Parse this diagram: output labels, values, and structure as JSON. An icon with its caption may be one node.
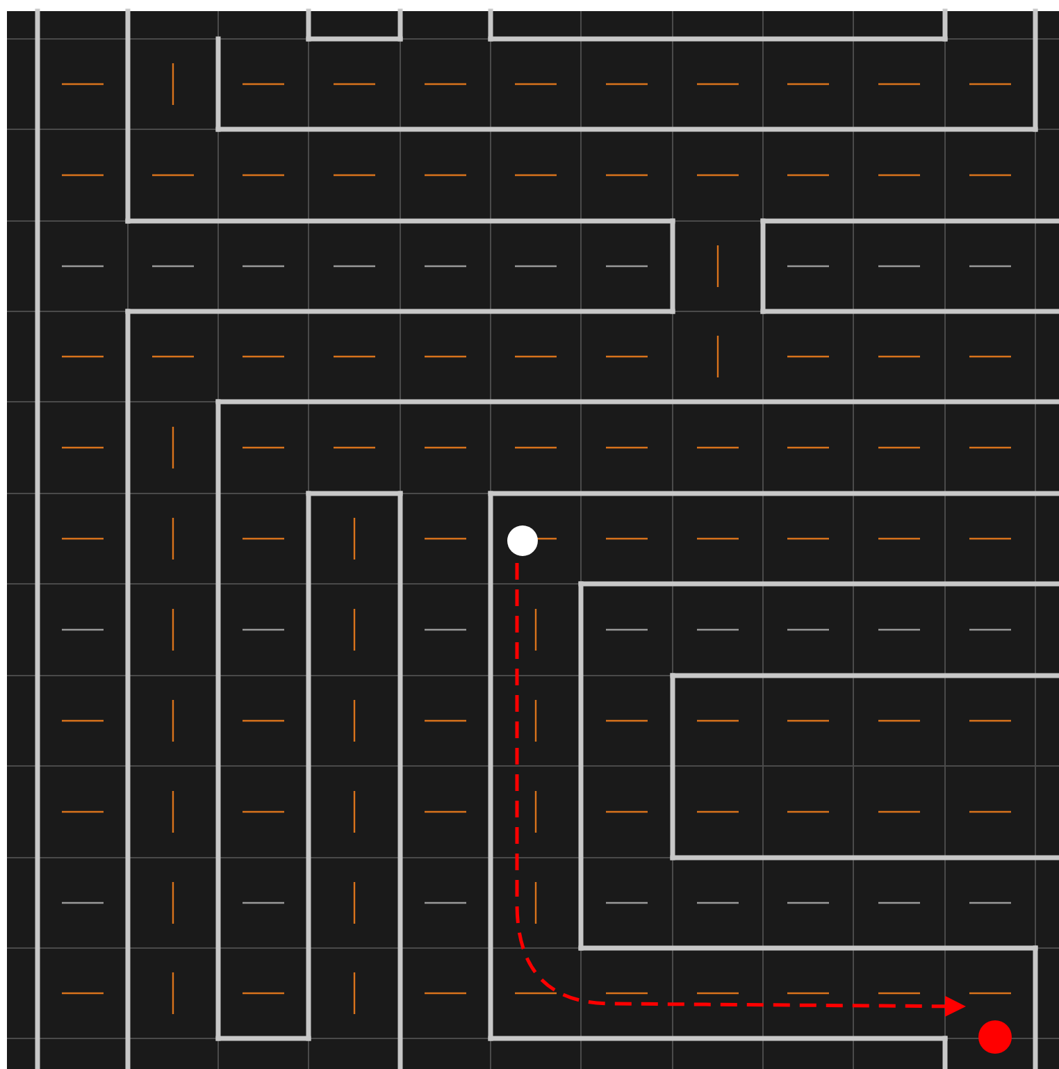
{
  "diagram": {
    "nodes": [
      {
        "text": [],
        "shape": "circle"
      },
      {
        "text": [],
        "shape": "circle"
      }
    ],
    "edges": [
      {
        "from": 0,
        "to": 1,
        "arrow": "to",
        "style": "dashed",
        "color": "#ff0000"
      }
    ]
  }
}
